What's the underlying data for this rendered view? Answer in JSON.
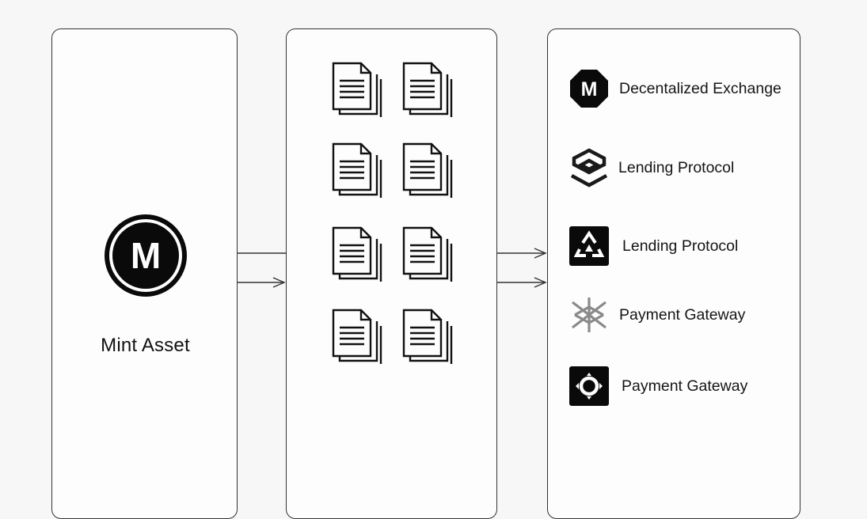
{
  "diagram": {
    "title": "Asset minting flow",
    "source": {
      "label": "Mint Asset",
      "icon": "mint-m-circle-icon",
      "letter": "M"
    },
    "middle": {
      "description": "Token documents",
      "documents": [
        {
          "icon": "document-stack-icon"
        },
        {
          "icon": "document-stack-icon"
        },
        {
          "icon": "document-stack-icon"
        },
        {
          "icon": "document-stack-icon"
        },
        {
          "icon": "document-stack-icon"
        },
        {
          "icon": "document-stack-icon"
        },
        {
          "icon": "document-stack-icon"
        },
        {
          "icon": "document-stack-icon"
        }
      ]
    },
    "destinations": [
      {
        "label": "Decentalized Exchange",
        "icon": "octagon-m-icon",
        "letter": "M"
      },
      {
        "label": "Lending Protocol",
        "icon": "hexagon-layers-icon"
      },
      {
        "label": "Lending Protocol",
        "icon": "triangle-recycle-icon"
      },
      {
        "label": "Payment Gateway",
        "icon": "asterisk-star-icon"
      },
      {
        "label": "Payment Gateway",
        "icon": "compass-ring-icon"
      }
    ],
    "connections": [
      {
        "from": "Mint Asset",
        "to": "documents"
      },
      {
        "from": "Mint Asset",
        "to": "documents"
      },
      {
        "from": "documents",
        "to": "destinations"
      },
      {
        "from": "documents",
        "to": "destinations"
      }
    ],
    "colors": {
      "stroke": "#333333",
      "icon_fill": "#0a0a0a",
      "icon_muted": "#8a8a8a",
      "background": "#f7f7f7"
    }
  }
}
